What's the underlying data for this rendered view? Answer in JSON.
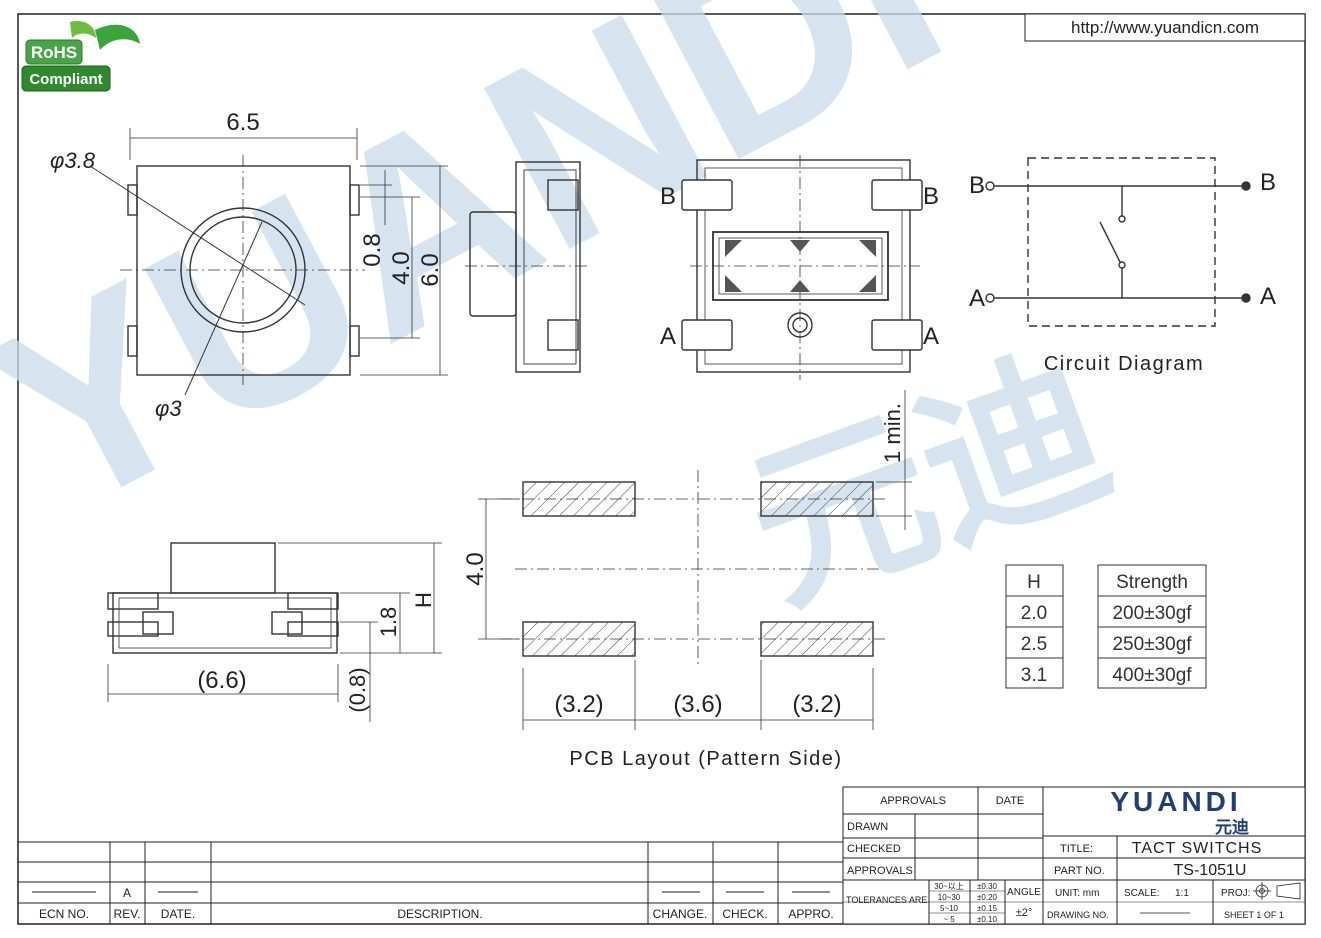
{
  "url": "http://www.yuandicn.com",
  "rohs": {
    "line1": "RoHS",
    "line2": "Compliant"
  },
  "watermark": {
    "latin": "YUANDI",
    "cjk": "元迪"
  },
  "top_view": {
    "width": "6.5",
    "height": "6.0",
    "inner": "4.0",
    "gap": "0.8",
    "outer_dia": "φ3.8",
    "inner_dia": "φ3"
  },
  "side_view": {
    "length": "(6.6)",
    "height_label": "H",
    "body_h": "1.8",
    "foot_h": "(0.8)"
  },
  "bottom_view": {
    "pin_b": "B",
    "pin_a": "A"
  },
  "circuit": {
    "caption": "Circuit Diagram",
    "b": "B",
    "a": "A"
  },
  "pcb": {
    "caption": "PCB Layout (Pattern Side)",
    "pitch": "4.0",
    "pad_min": "1 min.",
    "pad1": "(3.2)",
    "gap": "(3.6)",
    "pad2": "(3.2)"
  },
  "strength_table": {
    "h_header": "H",
    "s_header": "Strength",
    "rows": [
      {
        "h": "2.0",
        "s": "200±30gf"
      },
      {
        "h": "2.5",
        "s": "250±30gf"
      },
      {
        "h": "3.1",
        "s": "400±30gf"
      }
    ]
  },
  "title_block": {
    "approvals": "APPROVALS",
    "date": "DATE",
    "drawn": "DRAWN",
    "checked": "CHECKED",
    "approvals2": "APPROVALS",
    "logo_latin": "YUANDI",
    "logo_cjk": "元迪",
    "title_label": "TITLE:",
    "title": "TACT SWITCHS",
    "part_label": "PART NO.",
    "part": "TS-1051U",
    "tolerances": "TOLERANCES ARE",
    "tol_r1": "30~以上",
    "tol_v1": "±0.30",
    "tol_r2": "10~30",
    "tol_v2": "±0.20",
    "tol_r3": "5~10",
    "tol_v3": "±0.15",
    "tol_r4": "~ 5",
    "tol_v4": "±0.10",
    "angle": "ANGLE",
    "angle_v": "±2°",
    "unit": "UNIT: mm",
    "scale": "SCALE:",
    "scale_v": "1:1",
    "proj": "PROJ:",
    "drawing_no": "DRAWING NO.",
    "sheet": "SHEET 1 OF 1"
  },
  "revision": {
    "rev": "A",
    "ecn": "ECN NO.",
    "rev_h": "REV.",
    "date_h": "DATE.",
    "desc": "DESCRIPTION.",
    "change": "CHANGE.",
    "check": "CHECK.",
    "appro": "APPRO."
  }
}
